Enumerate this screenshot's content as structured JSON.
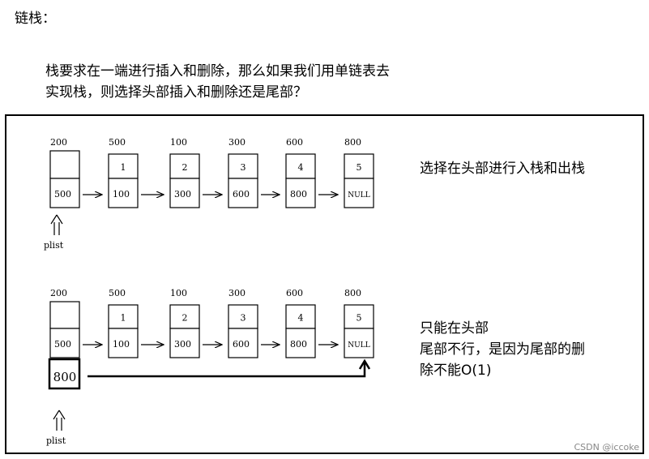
{
  "title": "链栈：",
  "intro": {
    "line1": "栈要求在一端进行插入和删除，那么如果我们用单链表去",
    "line2": "实现栈，则选择头部插入和删除还是尾部？"
  },
  "diagram1": {
    "nodes": [
      {
        "addr": "200",
        "data": "",
        "next": "500"
      },
      {
        "addr": "500",
        "data": "1",
        "next": "100"
      },
      {
        "addr": "100",
        "data": "2",
        "next": "300"
      },
      {
        "addr": "300",
        "data": "3",
        "next": "600"
      },
      {
        "addr": "600",
        "data": "4",
        "next": "800"
      },
      {
        "addr": "800",
        "data": "5",
        "next": "NULL"
      }
    ],
    "pointer": "plist",
    "note": "选择在头部进行入栈和出栈"
  },
  "diagram2": {
    "nodes": [
      {
        "addr": "200",
        "data": "",
        "next": "500"
      },
      {
        "addr": "500",
        "data": "1",
        "next": "100"
      },
      {
        "addr": "100",
        "data": "2",
        "next": "300"
      },
      {
        "addr": "300",
        "data": "3",
        "next": "600"
      },
      {
        "addr": "600",
        "data": "4",
        "next": "800"
      },
      {
        "addr": "800",
        "data": "5",
        "next": "NULL"
      }
    ],
    "tail_box": "800",
    "pointer": "plist",
    "note_line1": "只能在头部",
    "note_line2": "尾部不行，是因为尾部的删",
    "note_line3": "除不能O(1)"
  },
  "watermark": "CSDN @iccoke"
}
